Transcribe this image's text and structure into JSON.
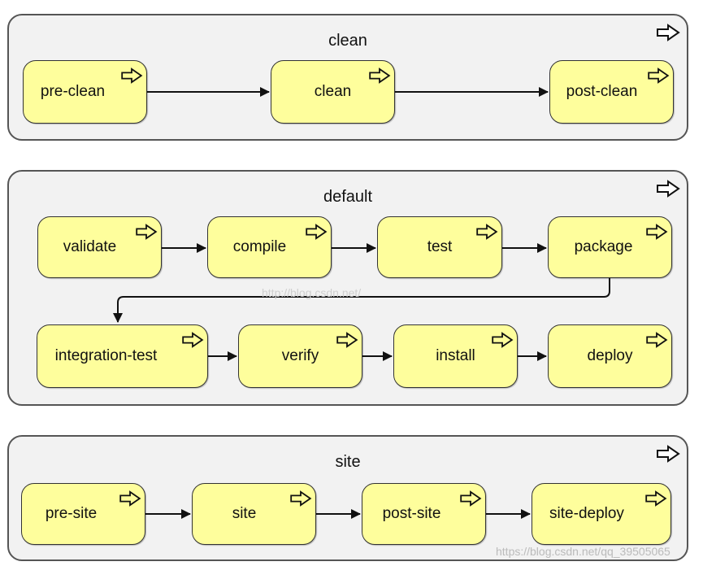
{
  "lifecycles": [
    {
      "name": "clean",
      "phases": [
        "pre-clean",
        "clean",
        "post-clean"
      ]
    },
    {
      "name": "default",
      "phases": [
        "validate",
        "compile",
        "test",
        "package",
        "integration-test",
        "verify",
        "install",
        "deploy"
      ]
    },
    {
      "name": "site",
      "phases": [
        "pre-site",
        "site",
        "post-site",
        "site-deploy"
      ]
    }
  ],
  "watermarks": {
    "middle": "http://blog.csdn.net/",
    "bottom": "https://blog.csdn.net/qq_39505065"
  },
  "colors": {
    "phase_fill": "#fefe9c",
    "lifecycle_fill": "#f2f2f2",
    "border": "#555555"
  },
  "icon": "open-arrow-icon"
}
